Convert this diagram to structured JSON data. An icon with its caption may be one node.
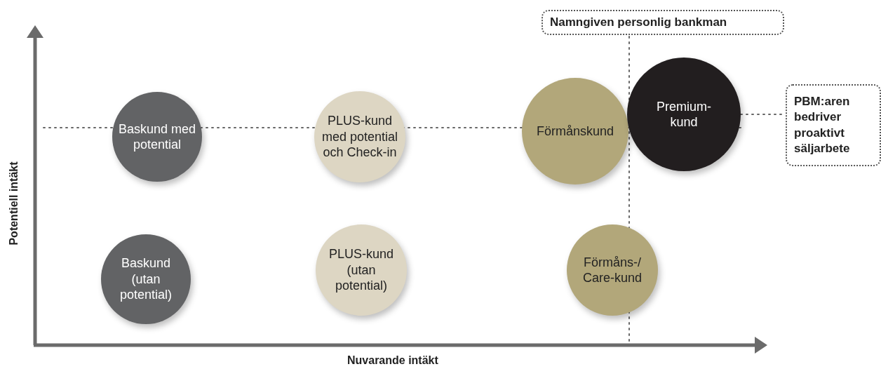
{
  "diagram": {
    "nodes": [
      {
        "text": [
          "Namngiven personlig bankman"
        ]
      },
      {
        "text": [
          "Baskund med potential"
        ]
      },
      {
        "text": [
          "PLUS-kund med potential och Check-in"
        ]
      },
      {
        "text": [
          "Förmånskund"
        ]
      },
      {
        "text": [
          "Premium-kund"
        ]
      },
      {
        "text": [
          "PBM:aren bedriver proaktivt säljarbete"
        ]
      },
      {
        "text": [
          "Baskund (utan potential)"
        ]
      },
      {
        "text": [
          "PLUS-kund (utan potential)"
        ]
      },
      {
        "text": [
          "Förmåns-/Care-kund"
        ]
      }
    ],
    "edges": [
      {
        "from": 4,
        "to": 5,
        "arrow": "none",
        "style": "dashed"
      }
    ],
    "labels": [
      "Potentiell intäkt",
      "Nuvarande intäkt"
    ]
  }
}
